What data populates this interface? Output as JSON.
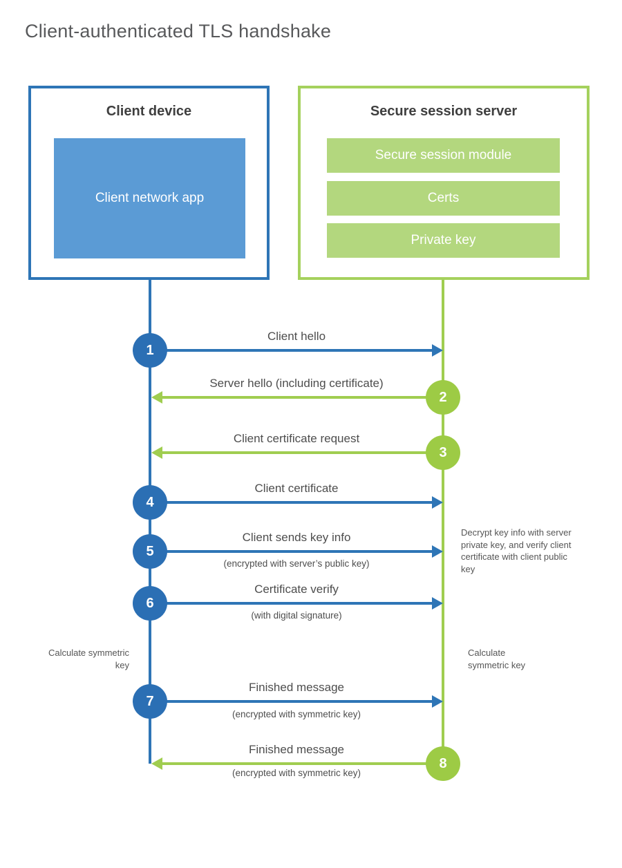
{
  "title": "Client-authenticated TLS handshake",
  "client": {
    "title": "Client device",
    "app_label": "Client network app"
  },
  "server": {
    "title": "Secure session server",
    "modules": [
      "Secure session module",
      "Certs",
      "Private key"
    ]
  },
  "messages": [
    {
      "num": "1",
      "direction": "client-to-server",
      "label": "Client hello",
      "sub": ""
    },
    {
      "num": "2",
      "direction": "server-to-client",
      "label": "Server hello (including certificate)",
      "sub": ""
    },
    {
      "num": "3",
      "direction": "server-to-client",
      "label": "Client certificate request",
      "sub": ""
    },
    {
      "num": "4",
      "direction": "client-to-server",
      "label": "Client certificate",
      "sub": ""
    },
    {
      "num": "5",
      "direction": "client-to-server",
      "label": "Client sends key info",
      "sub": "(encrypted with server’s public key)"
    },
    {
      "num": "6",
      "direction": "client-to-server",
      "label": "Certificate verify",
      "sub": "(with digital signature)"
    },
    {
      "num": "7",
      "direction": "client-to-server",
      "label": "Finished message",
      "sub": "(encrypted with symmetric key)"
    },
    {
      "num": "8",
      "direction": "server-to-client",
      "label": "Finished message",
      "sub": "(encrypted with symmetric key)"
    }
  ],
  "notes": {
    "decrypt": "Decrypt key info with server private key, and verify client certificate with client public key",
    "calc_left": "Calculate symmetric key",
    "calc_right": "Calculate symmetric key"
  },
  "colors": {
    "blue": "#2e75b6",
    "blue_fill": "#5b9bd5",
    "green": "#a0cd50",
    "green_fill": "#b3d77e"
  }
}
